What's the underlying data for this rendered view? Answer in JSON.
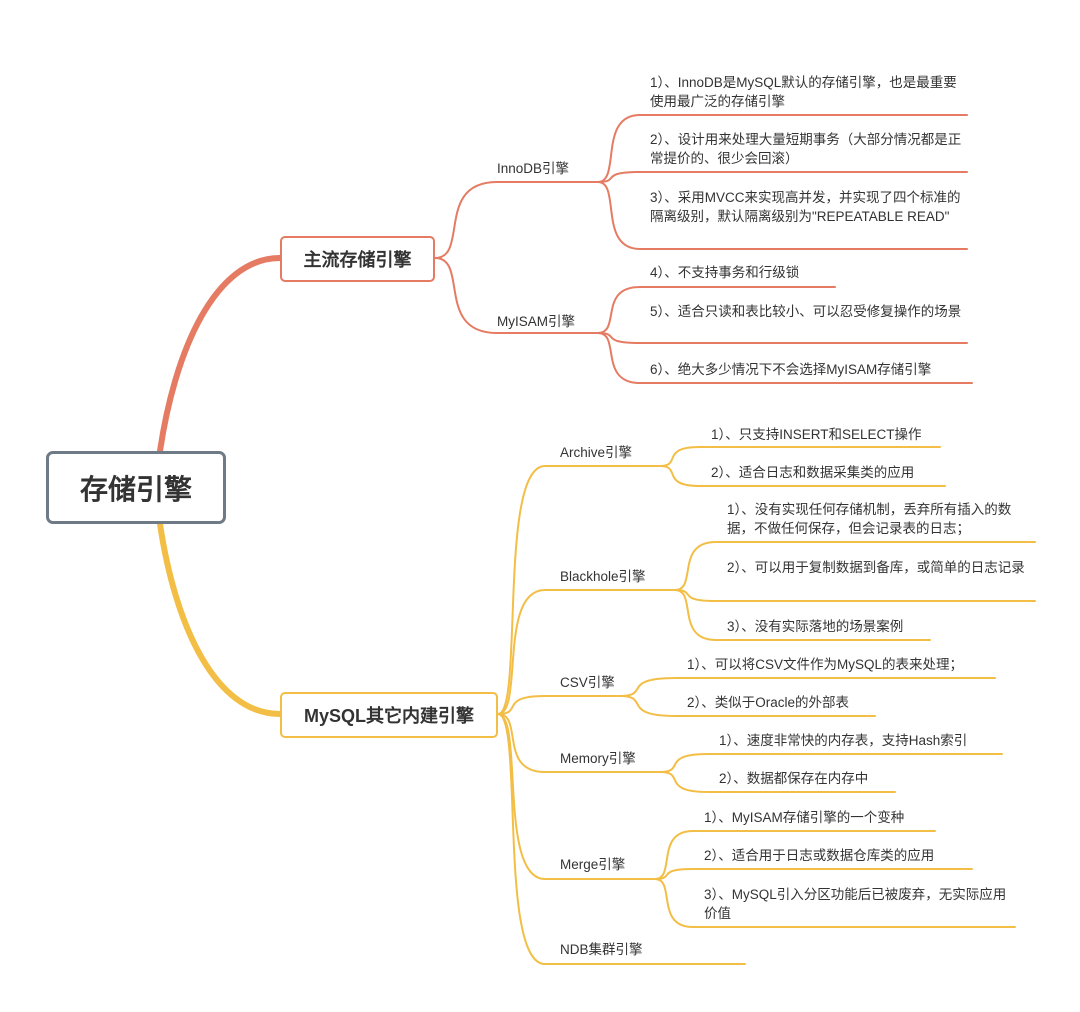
{
  "root": {
    "label": "存储引擎"
  },
  "branches": [
    {
      "label": "主流存储引擎",
      "color": "#e47b62",
      "children": [
        {
          "label": "InnoDB引擎",
          "items": [
            "1）、InnoDB是MySQL默认的存储引擎，也是最重要使用最广泛的存储引擎",
            "2）、设计用来处理大量短期事务（大部分情况都是正常提价的、很少会回滚）",
            "3）、采用MVCC来实现高并发，并实现了四个标准的隔离级别，默认隔离级别为\"REPEATABLE READ\""
          ]
        },
        {
          "label": "MyISAM引擎",
          "items": [
            "4）、不支持事务和行级锁",
            "5）、适合只读和表比较小、可以忍受修复操作的场景",
            "6）、绝大多少情况下不会选择MyISAM存储引擎"
          ]
        }
      ]
    },
    {
      "label": "MySQL其它内建引擎",
      "color": "#f3be46",
      "children": [
        {
          "label": "Archive引擎",
          "items": [
            "1）、只支持INSERT和SELECT操作",
            "2）、适合日志和数据采集类的应用"
          ]
        },
        {
          "label": "Blackhole引擎",
          "items": [
            "1）、没有实现任何存储机制，丢弃所有插入的数据，不做任何保存，但会记录表的日志；",
            "2）、可以用于复制数据到备库，或简单的日志记录",
            "3）、没有实际落地的场景案例"
          ]
        },
        {
          "label": "CSV引擎",
          "items": [
            "1）、可以将CSV文件作为MySQL的表来处理；",
            "2）、类似于Oracle的外部表"
          ]
        },
        {
          "label": "Memory引擎",
          "items": [
            "1）、速度非常快的内存表，支持Hash索引",
            "2）、数据都保存在内存中"
          ]
        },
        {
          "label": "Merge引擎",
          "items": [
            "1）、MyISAM存储引擎的一个变种",
            "2）、适合用于日志或数据仓库类的应用",
            "3）、MySQL引入分区功能后已被废弃，无实际应用价值"
          ]
        },
        {
          "label": "NDB集群引擎",
          "items": []
        }
      ]
    }
  ]
}
